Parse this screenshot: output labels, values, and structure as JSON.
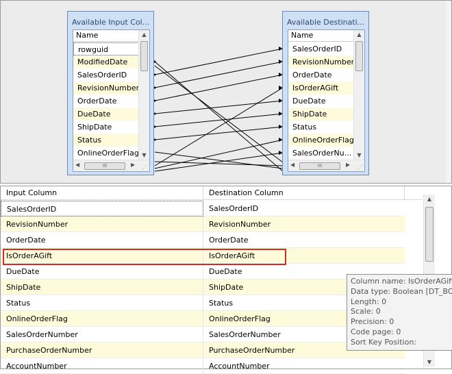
{
  "mapper": {
    "input_box": {
      "title": "Available Input Col...",
      "header": "Name",
      "rows": [
        "rowguid",
        "ModifiedDate",
        "SalesOrderID",
        "RevisionNumber",
        "OrderDate",
        "DueDate",
        "ShipDate",
        "Status",
        "OnlineOrderFlag"
      ]
    },
    "dest_box": {
      "title": "Available Destinati...",
      "header": "Name",
      "rows": [
        "SalesOrderID",
        "RevisionNumber",
        "OrderDate",
        "IsOrderAGift",
        "DueDate",
        "ShipDate",
        "Status",
        "OnlineOrderFlag",
        "SalesOrderNu..."
      ]
    },
    "scroll_thumb_label": "III"
  },
  "grid": {
    "headers": {
      "input": "Input Column",
      "destination": "Destination Column"
    },
    "rows": [
      {
        "input": "SalesOrderID",
        "destination": "SalesOrderID"
      },
      {
        "input": "RevisionNumber",
        "destination": "RevisionNumber"
      },
      {
        "input": "OrderDate",
        "destination": "OrderDate"
      },
      {
        "input": "IsOrderAGift",
        "destination": "IsOrderAGift"
      },
      {
        "input": "DueDate",
        "destination": "DueDate"
      },
      {
        "input": "ShipDate",
        "destination": "ShipDate"
      },
      {
        "input": "Status",
        "destination": "Status"
      },
      {
        "input": "OnlineOrderFlag",
        "destination": "OnlineOrderFlag"
      },
      {
        "input": "SalesOrderNumber",
        "destination": "SalesOrderNumber"
      },
      {
        "input": "PurchaseOrderNumber",
        "destination": "PurchaseOrderNumber"
      },
      {
        "input": "AccountNumber",
        "destination": "AccountNumber"
      }
    ]
  },
  "tooltip": {
    "lines": [
      "Column name: IsOrderAGift",
      "Data type: Boolean [DT_BOOL]",
      "Length: 0",
      "Scale: 0",
      "Precision: 0",
      "Code page: 0",
      "Sort Key Position:"
    ]
  },
  "colors": {
    "highlight": "#d12b2b",
    "alt_row": "#fdfbd9",
    "box_bg": "#cfe0f5"
  }
}
